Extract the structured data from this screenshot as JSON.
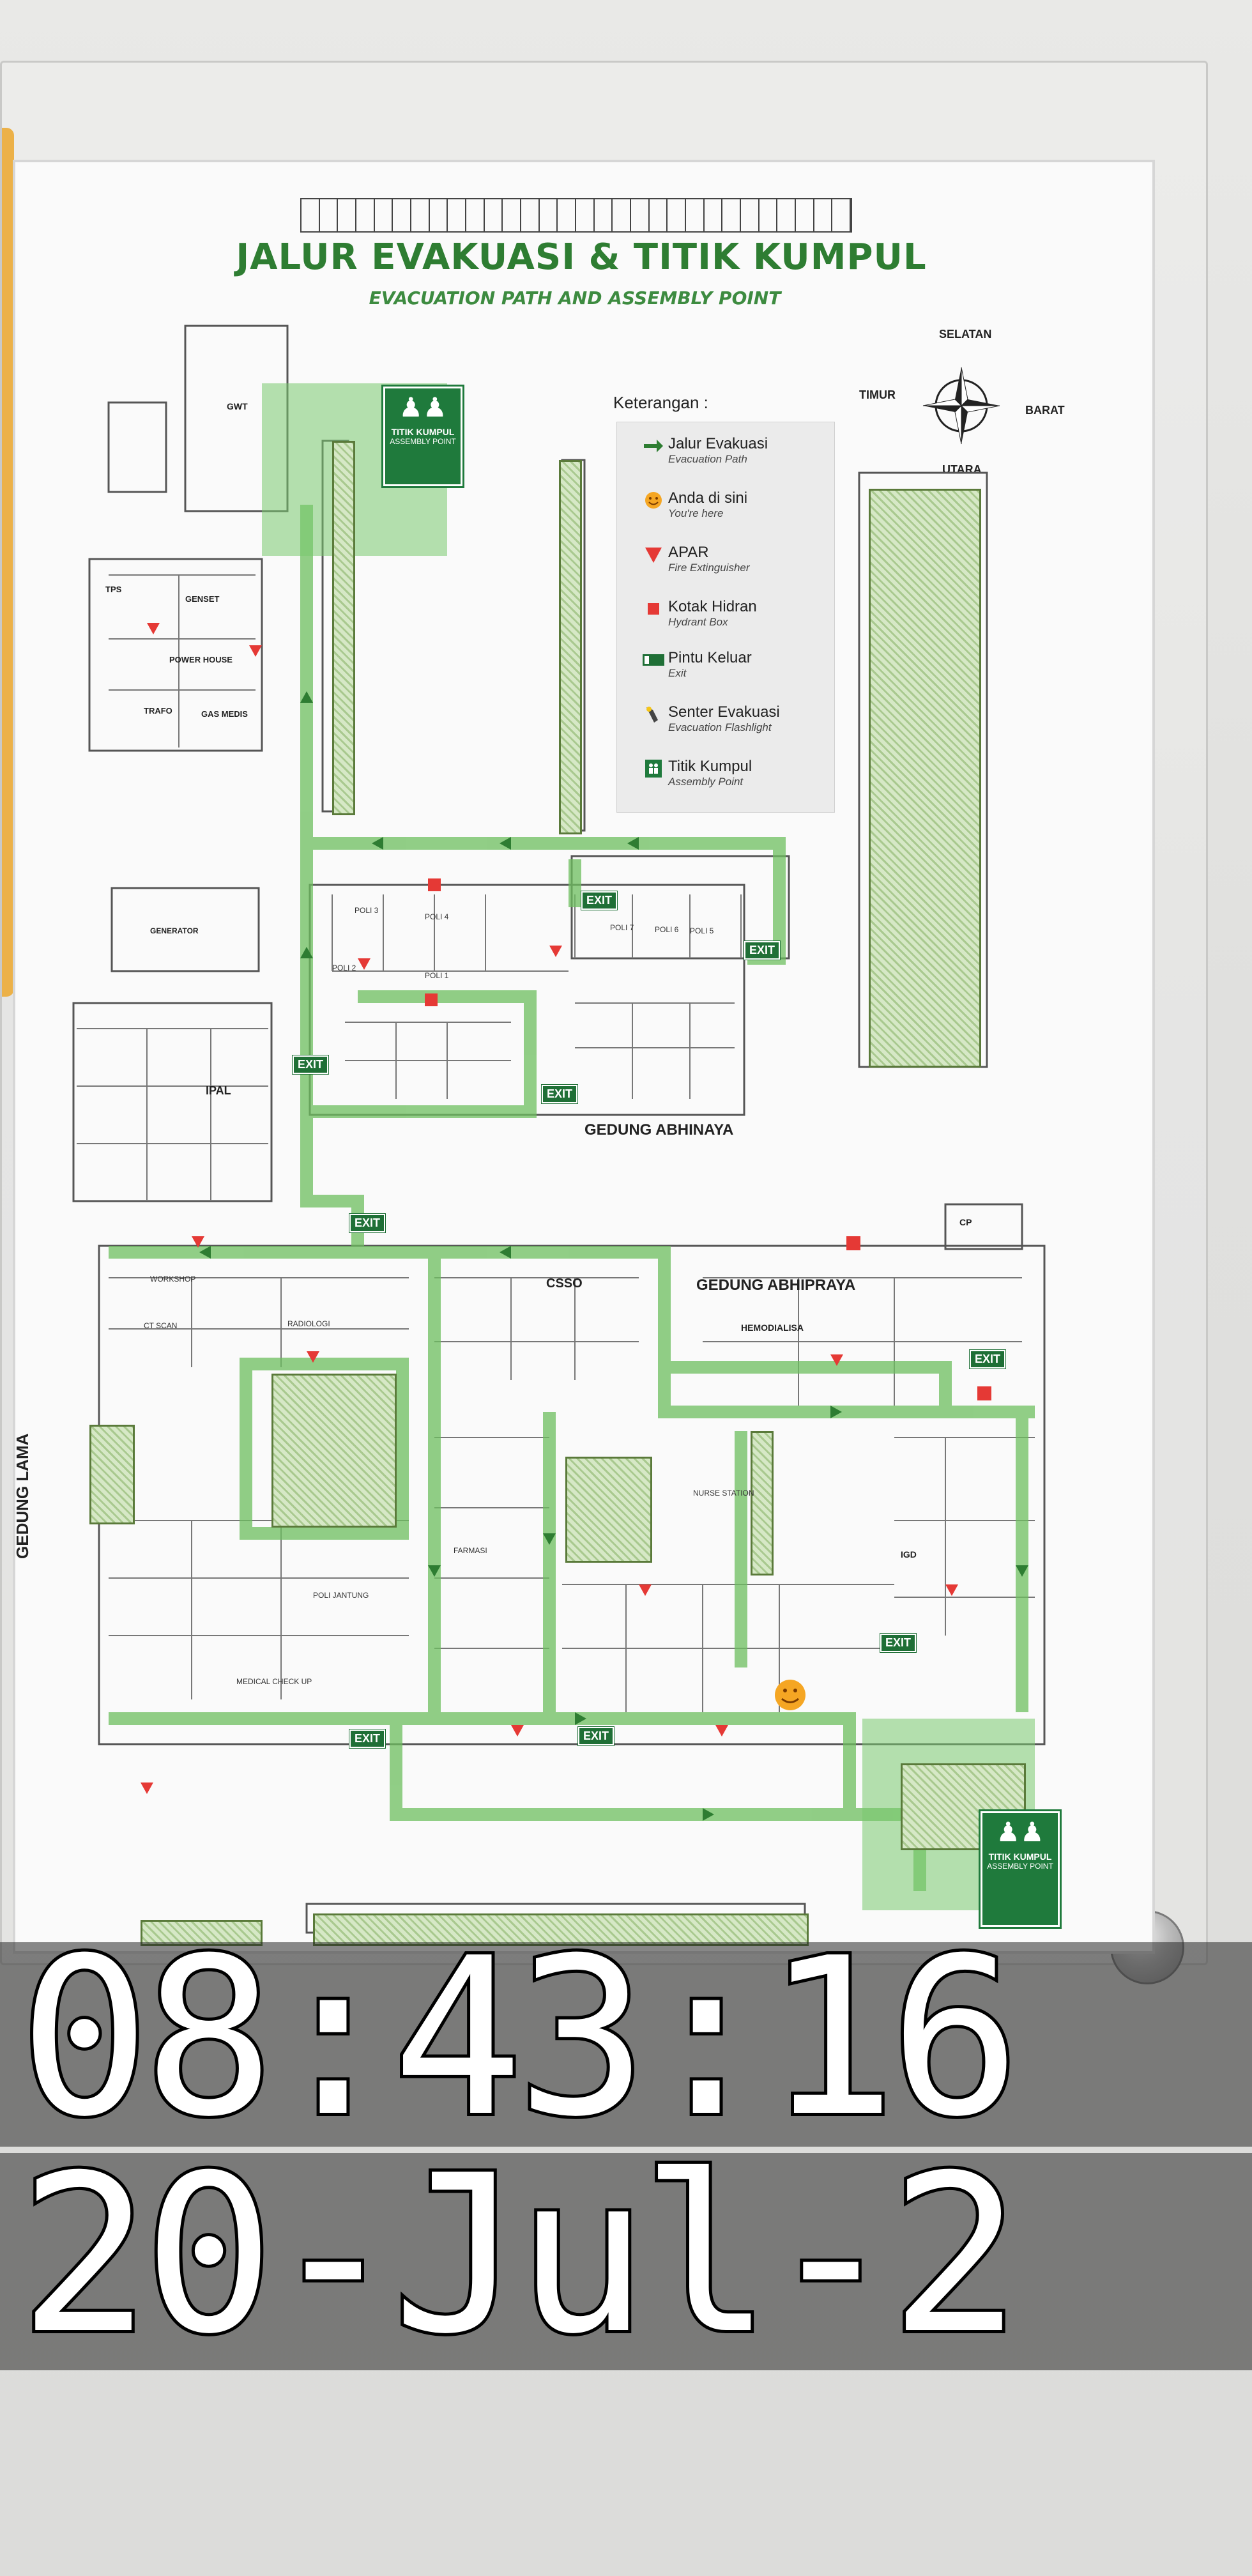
{
  "poster": {
    "title": "JALUR EVAKUASI & TITIK KUMPUL",
    "subtitle": "EVACUATION PATH AND ASSEMBLY POINT"
  },
  "legend": {
    "heading": "Keterangan :",
    "items": [
      {
        "label": "Jalur Evakuasi",
        "sub": "Evacuation Path",
        "icon": "green-arrow-icon",
        "color": "#2e7d32"
      },
      {
        "label": "Anda di sini",
        "sub": "You're here",
        "icon": "smiley-icon",
        "color": "#f5a623"
      },
      {
        "label": "APAR",
        "sub": "Fire Extinguisher",
        "icon": "red-triangle-icon",
        "color": "#e53935"
      },
      {
        "label": "Kotak Hidran",
        "sub": "Hydrant Box",
        "icon": "red-square-icon",
        "color": "#e53935"
      },
      {
        "label": "Pintu Keluar",
        "sub": "Exit",
        "icon": "exit-sign-icon",
        "color": "#1f6f36"
      },
      {
        "label": "Senter Evakuasi",
        "sub": "Evacuation Flashlight",
        "icon": "flashlight-icon",
        "color": "#444444"
      },
      {
        "label": "Titik Kumpul",
        "sub": "Assembly Point",
        "icon": "assembly-point-icon",
        "color": "#1f7a3c"
      }
    ]
  },
  "compass": {
    "north": "UTARA",
    "south": "SELATAN",
    "east": "TIMUR",
    "west": "BARAT"
  },
  "buildings": {
    "abhinaya": "GEDUNG ABHINAYA",
    "abhipraya": "GEDUNG ABHIPRAYA",
    "lama": "GEDUNG LAMA",
    "hemodialisa": "HEMODIALISA",
    "csso": "CSSO",
    "ipal": "IPAL",
    "igd": "IGD",
    "gwt": "GWT",
    "tps": "TPS",
    "genset": "GENSET",
    "power_house": "POWER HOUSE",
    "trafo": "TRAFO",
    "gas_medis": "GAS MEDIS",
    "generator": "GENERATOR",
    "cp": "CP"
  },
  "rooms": [
    "POLI 3",
    "POLI 4",
    "POLI 2",
    "POLI 1",
    "POLI 7",
    "POLI 6",
    "POLI 5",
    "WORKSHOP",
    "RADIOLOGI",
    "CT SCAN",
    "FARMASI",
    "NURSE STATION",
    "POLI JANTUNG",
    "MEDICAL CHECK UP"
  ],
  "assembly_label": {
    "line1": "TITIK KUMPUL",
    "line2": "ASSEMBLY POINT"
  },
  "exit_label": "EXIT",
  "timestamp": {
    "time": "08:43:16",
    "date": "20-Jul-2"
  }
}
